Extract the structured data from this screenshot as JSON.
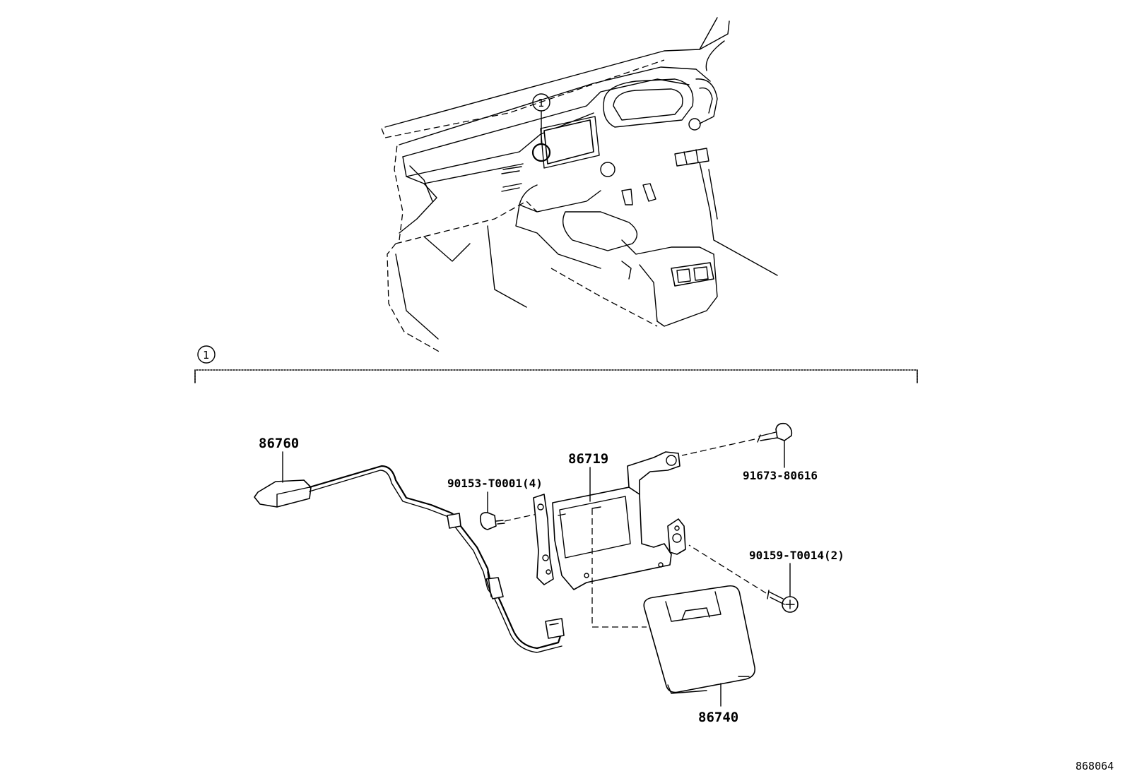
{
  "callout": {
    "number": "1"
  },
  "parts": {
    "antenna": "86760",
    "bracket": "86719",
    "bolt": "91673-80616",
    "clip_nut": "90153-T0001(4)",
    "screw": "90159-T0014(2)",
    "module": "86740"
  },
  "figure_id": "868064",
  "colors": {
    "line": "#000000",
    "background": "#ffffff"
  }
}
